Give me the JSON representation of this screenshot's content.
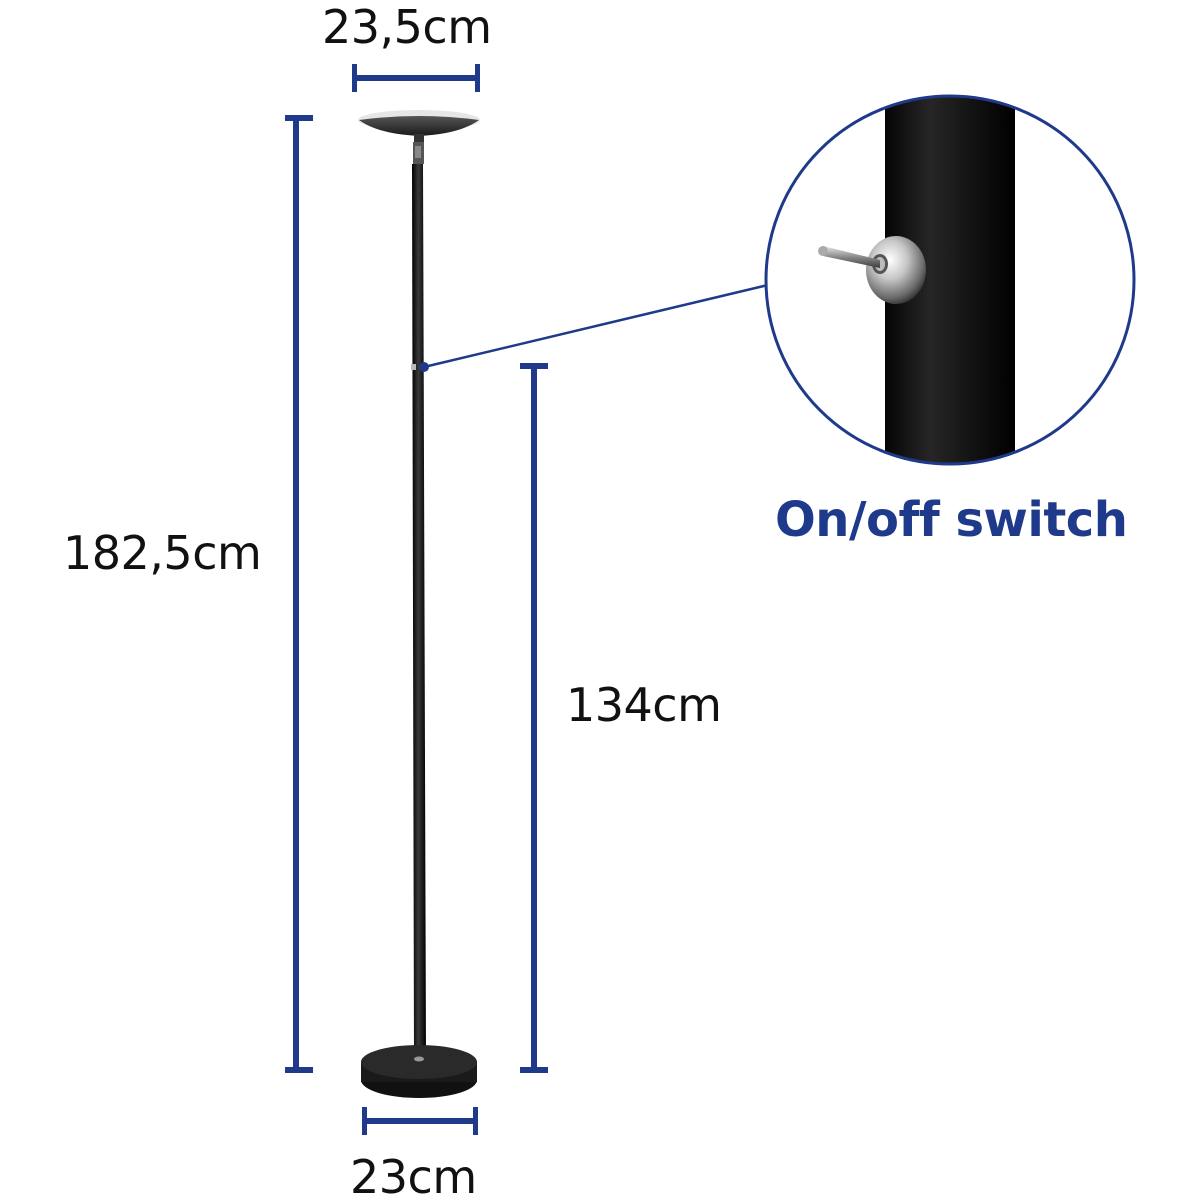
{
  "diagram": {
    "subject": "floor lamp (uplighter) dimensions",
    "accent_color": "#1f3a8a",
    "dimensions": {
      "head_diameter": "23,5cm",
      "total_height": "182,5cm",
      "switch_height": "134cm",
      "base_diameter": "23cm"
    },
    "callout": {
      "label": "On/off switch",
      "icon": "toggle-switch"
    }
  }
}
